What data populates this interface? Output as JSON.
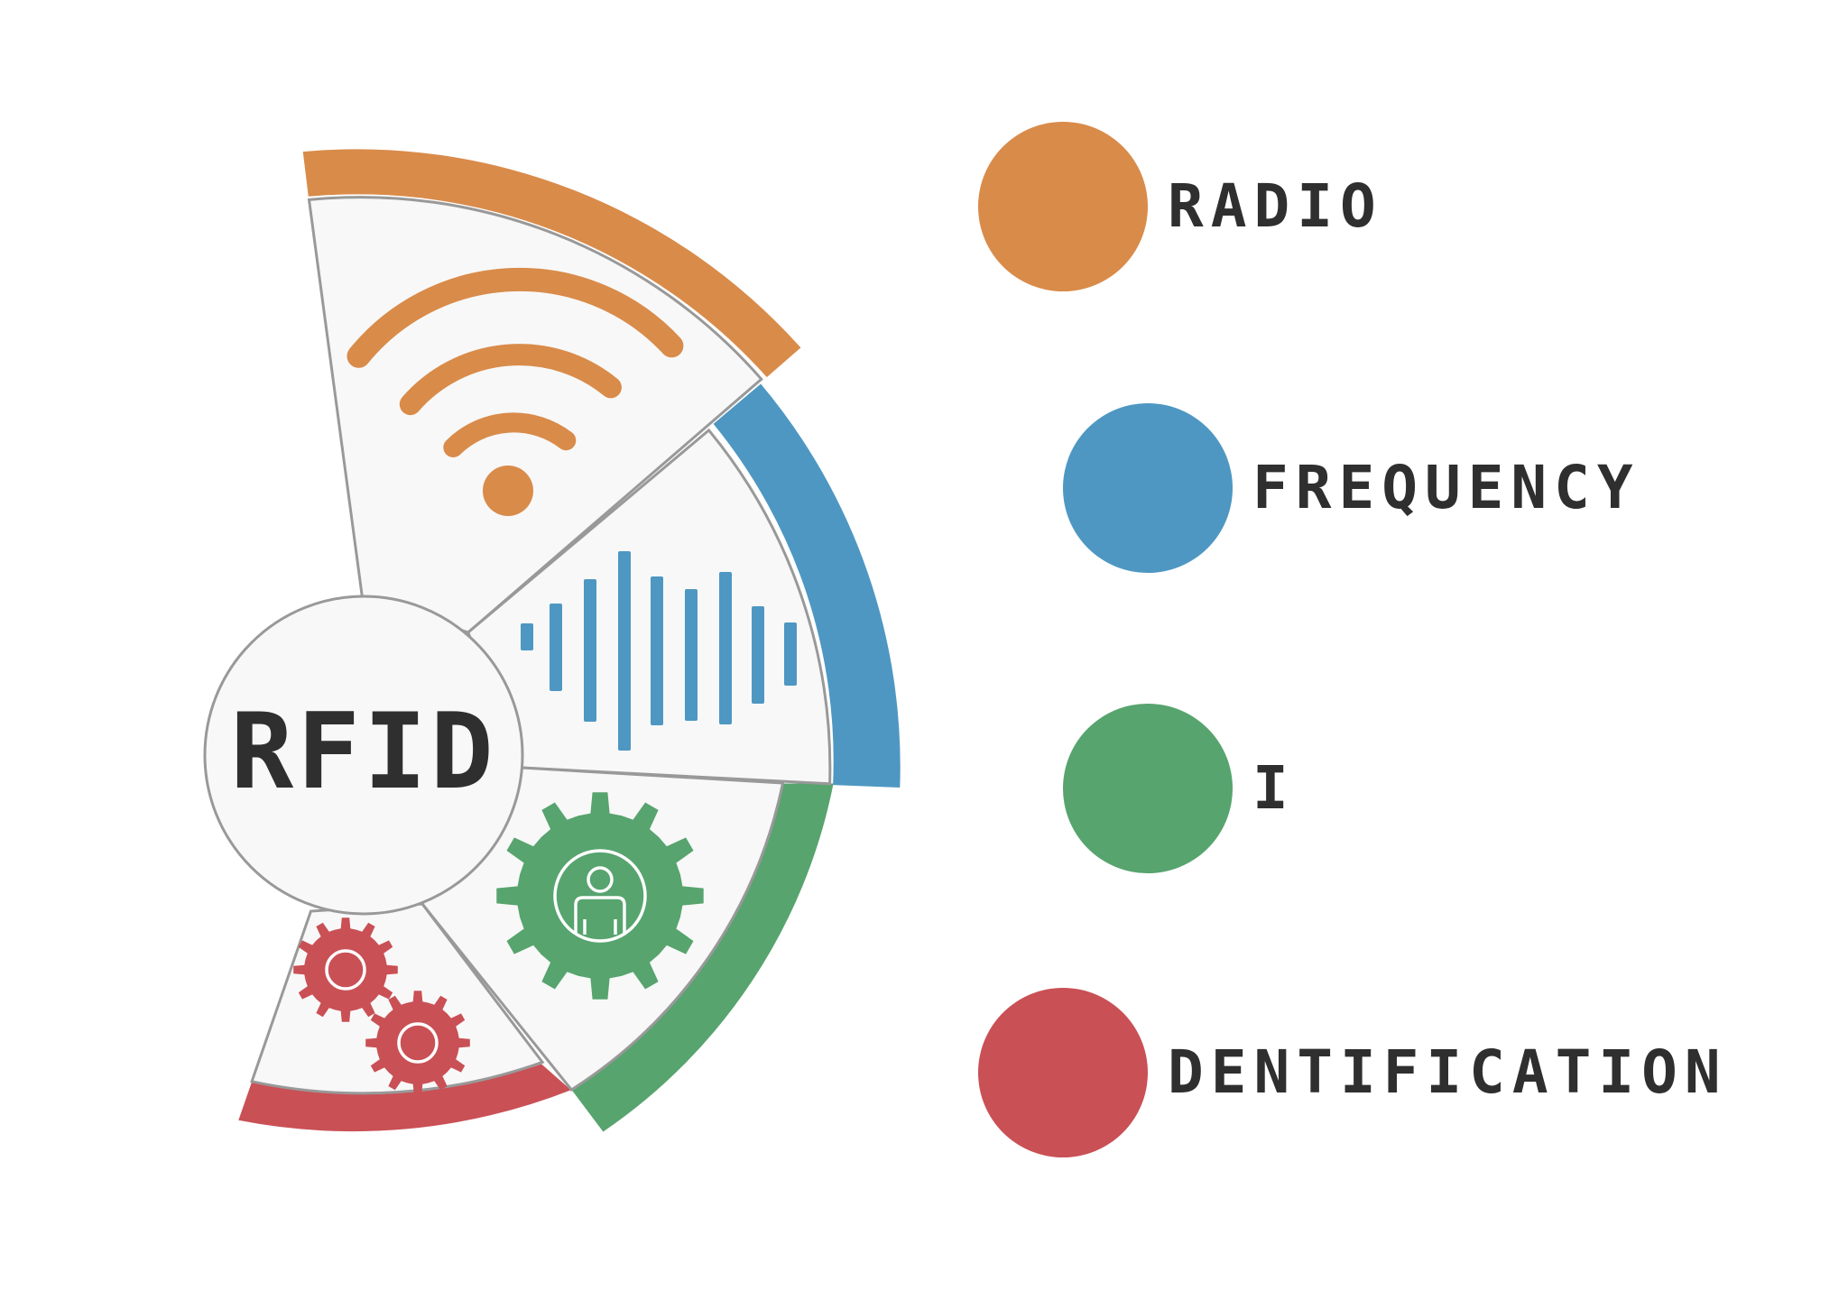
{
  "center_label": "RFID",
  "colors": {
    "radio": "#D98B4A",
    "frequency": "#4E97C2",
    "identification_i": "#57A46E",
    "identification": "#C95055",
    "panel": "#F8F8F8",
    "outline": "#999999",
    "text": "#2F2F2F"
  },
  "icons": {
    "radio": "wifi-signal-icon",
    "frequency": "sound-wave-bars-icon",
    "i": "gear-person-icon",
    "identification": "twin-gears-icon"
  },
  "legend": [
    {
      "word": "RADIO",
      "color": "#D98B4A"
    },
    {
      "word": "FREQUENCY",
      "color": "#4E97C2"
    },
    {
      "word": "I",
      "color": "#57A46E"
    },
    {
      "word": "DENTIFICATION",
      "color": "#C95055"
    }
  ]
}
